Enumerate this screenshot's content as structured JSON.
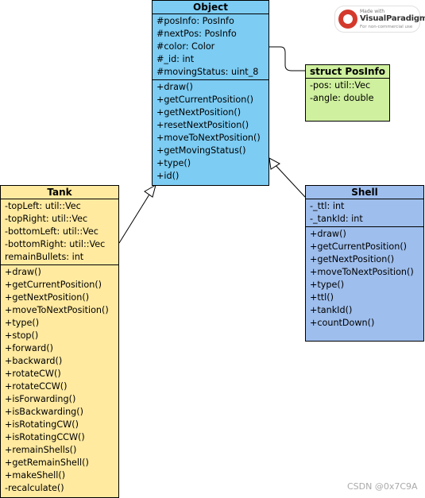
{
  "classes": {
    "object": {
      "name": "Object",
      "attributes": [
        "#posInfo: PosInfo",
        "#nextPos: PosInfo",
        "#color: Color",
        "#_id: int",
        "#movingStatus: uint_8"
      ],
      "methods": [
        "+draw()",
        "+getCurrentPosition()",
        "+getNextPosition()",
        "+resetNextPosition()",
        "+moveToNextPosition()",
        "+getMovingStatus()",
        "+type()",
        "+id()"
      ]
    },
    "posinfo": {
      "name": "struct PosInfo",
      "attributes": [
        "-pos: util::Vec",
        "-angle: double"
      ]
    },
    "tank": {
      "name": "Tank",
      "attributes": [
        "-topLeft: util::Vec",
        "-topRight: util::Vec",
        "-bottomLeft: util::Vec",
        "-bottomRight: util::Vec",
        "remainBullets: int"
      ],
      "methods": [
        "+draw()",
        "+getCurrentPosition()",
        "+getNextPosition()",
        "+moveToNextPosition()",
        "+type()",
        "+stop()",
        "+forward()",
        "+backward()",
        "+rotateCW()",
        "+rotateCCW()",
        "+isForwarding()",
        "+isBackwarding()",
        "+isRotatingCW()",
        "+isRotatingCCW()",
        "+remainShells()",
        "+getRemainShell()",
        "+makeShell()",
        "-recalculate()"
      ]
    },
    "shell": {
      "name": "Shell",
      "attributes": [
        "-_ttl: int",
        "-_tankId: int"
      ],
      "methods": [
        "+draw()",
        "+getCurrentPosition()",
        "+getNextPosition()",
        "+moveToNextPosition()",
        "+type()",
        "+ttl()",
        "+tankId()",
        "+countDown()"
      ]
    }
  },
  "badge": {
    "small": "Made with",
    "name": "VisualParadigm",
    "note": "For non-commercial use"
  },
  "watermark": "CSDN @0x7C9A"
}
